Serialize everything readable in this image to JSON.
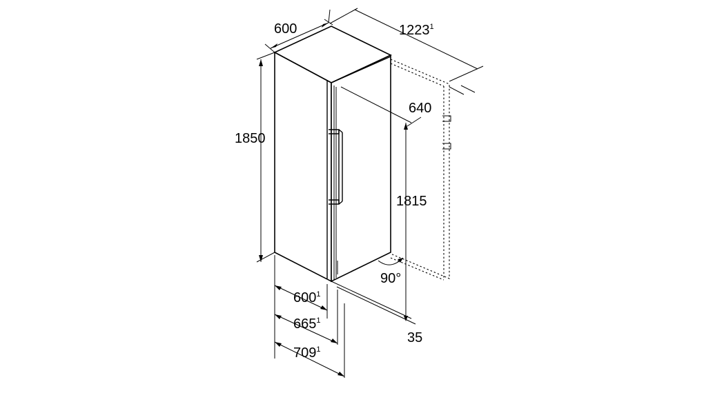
{
  "dimensions": {
    "top_width": "600",
    "total_open_depth": "1223",
    "total_open_depth_note": "1",
    "depth_with_door_open": "640",
    "height": "1850",
    "niche_height": "1815",
    "door_angle": "90°",
    "door_offset": "35",
    "depth_body": "600",
    "depth_body_note": "1",
    "depth_with_door": "665",
    "depth_with_door_note": "1",
    "depth_with_handle": "709",
    "depth_with_handle_note": "1"
  }
}
